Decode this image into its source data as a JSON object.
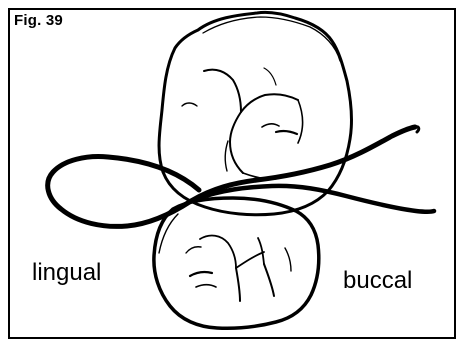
{
  "figure": {
    "label": "Fig. 39",
    "side_labels": {
      "left": "lingual",
      "right": "buccal"
    },
    "illustration": {
      "upper_element": "tooth-occlusal-outline",
      "lower_element": "tooth-occlusal-outline",
      "connector": "floss-loop"
    }
  }
}
